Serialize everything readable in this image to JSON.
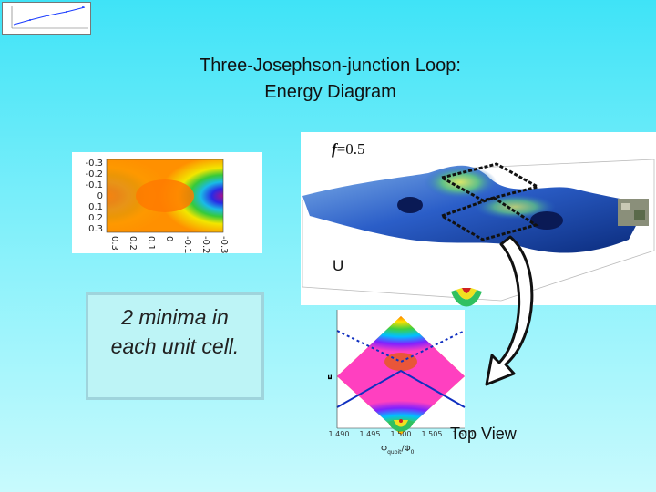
{
  "title": {
    "line1": "Three-Josephson-junction Loop:",
    "line2": "Energy Diagram"
  },
  "heatmap": {
    "y_ticks": [
      "-0.3",
      "-0.2",
      "-0.1",
      "0",
      "0.1",
      "0.2",
      "0.3"
    ],
    "x_ticks": [
      "0.3",
      "0.2",
      "0.1",
      "0",
      "-0.1",
      "-0.2",
      "-0.3"
    ]
  },
  "surface": {
    "f_label_italic": "f",
    "f_label_value": "=0.5",
    "u_label": "U"
  },
  "minima_text": {
    "line1": "2 minima in",
    "line2": "each unit cell."
  },
  "energy_plot": {
    "x_ticks": [
      "1.490",
      "1.495",
      "1.500",
      "1.505",
      "1.510"
    ],
    "y_label": "E",
    "x_label": "Φ",
    "x_label_sub": "qubit",
    "x_label_suffix": "/Φ",
    "x_label_sub2": "0"
  },
  "top_view_label": "Top View"
}
